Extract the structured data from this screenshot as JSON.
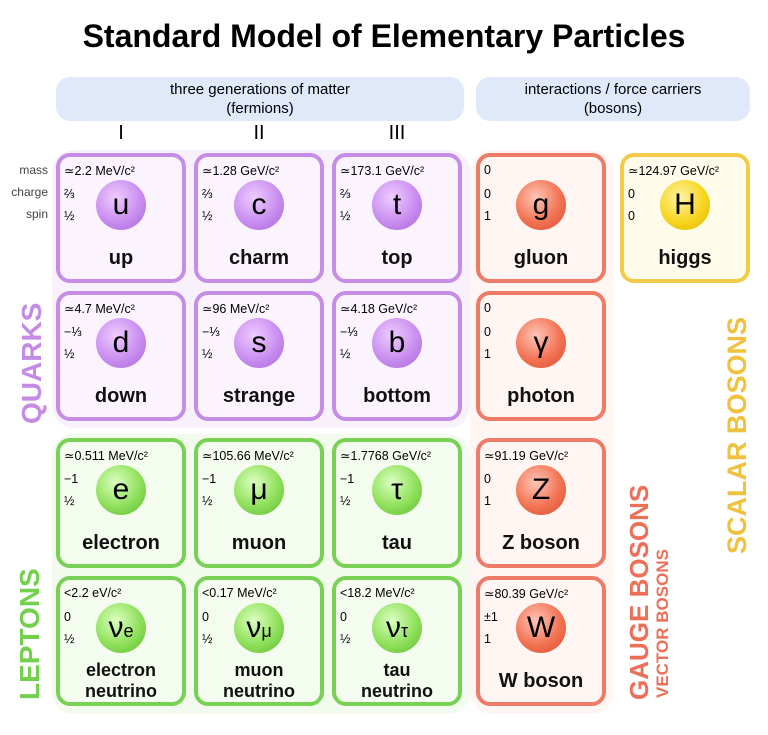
{
  "title": "Standard Model of Elementary Particles",
  "headers": {
    "fermions_line1": "three generations of matter",
    "fermions_line2": "(fermions)",
    "bosons_line1": "interactions / force carriers",
    "bosons_line2": "(bosons)"
  },
  "generations": [
    "I",
    "II",
    "III"
  ],
  "property_labels": {
    "mass": "mass",
    "charge": "charge",
    "spin": "spin"
  },
  "group_labels": {
    "quarks": "QUARKS",
    "leptons": "LEPTONS",
    "gauge_bosons": "GAUGE BOSONS",
    "vector_bosons": "VECTOR BOSONS",
    "scalar_bosons": "SCALAR BOSONS"
  },
  "particles": {
    "up": {
      "mass": "≃2.2 MeV/c²",
      "charge": "⅔",
      "spin": "½",
      "symbol": "u",
      "name": "up"
    },
    "charm": {
      "mass": "≃1.28 GeV/c²",
      "charge": "⅔",
      "spin": "½",
      "symbol": "c",
      "name": "charm"
    },
    "top": {
      "mass": "≃173.1 GeV/c²",
      "charge": "⅔",
      "spin": "½",
      "symbol": "t",
      "name": "top"
    },
    "gluon": {
      "mass": "0",
      "charge": "0",
      "spin": "1",
      "symbol": "g",
      "name": "gluon"
    },
    "higgs": {
      "mass": "≃124.97 GeV/c²",
      "charge": "0",
      "spin": "0",
      "symbol": "H",
      "name": "higgs"
    },
    "down": {
      "mass": "≃4.7 MeV/c²",
      "charge": "−⅓",
      "spin": "½",
      "symbol": "d",
      "name": "down"
    },
    "strange": {
      "mass": "≃96 MeV/c²",
      "charge": "−⅓",
      "spin": "½",
      "symbol": "s",
      "name": "strange"
    },
    "bottom": {
      "mass": "≃4.18 GeV/c²",
      "charge": "−⅓",
      "spin": "½",
      "symbol": "b",
      "name": "bottom"
    },
    "photon": {
      "mass": "0",
      "charge": "0",
      "spin": "1",
      "symbol": "γ",
      "name": "photon"
    },
    "electron": {
      "mass": "≃0.511 MeV/c²",
      "charge": "−1",
      "spin": "½",
      "symbol": "e",
      "name": "electron"
    },
    "muon": {
      "mass": "≃105.66 MeV/c²",
      "charge": "−1",
      "spin": "½",
      "symbol": "μ",
      "name": "muon"
    },
    "tau": {
      "mass": "≃1.7768 GeV/c²",
      "charge": "−1",
      "spin": "½",
      "symbol": "τ",
      "name": "tau"
    },
    "zboson": {
      "mass": "≃91.19 GeV/c²",
      "charge": "0",
      "spin": "1",
      "symbol": "Z",
      "name": "Z boson"
    },
    "nue": {
      "mass": "<2.2 eV/c²",
      "charge": "0",
      "spin": "½",
      "symbol": "ν",
      "symbol_sub": "e",
      "name_line1": "electron",
      "name_line2": "neutrino"
    },
    "numu": {
      "mass": "<0.17 MeV/c²",
      "charge": "0",
      "spin": "½",
      "symbol": "ν",
      "symbol_sub": "μ",
      "name_line1": "muon",
      "name_line2": "neutrino"
    },
    "nutau": {
      "mass": "<18.2 MeV/c²",
      "charge": "0",
      "spin": "½",
      "symbol": "ν",
      "symbol_sub": "τ",
      "name_line1": "tau",
      "name_line2": "neutrino"
    },
    "wboson": {
      "mass": "≃80.39 GeV/c²",
      "charge": "±1",
      "spin": "1",
      "symbol": "W",
      "name": "W boson"
    }
  },
  "colors": {
    "quark": "#c68de6",
    "lepton": "#78d155",
    "gauge": "#ec7b67",
    "scalar": "#f2cb48",
    "header_bg": "#dfe9f9"
  }
}
